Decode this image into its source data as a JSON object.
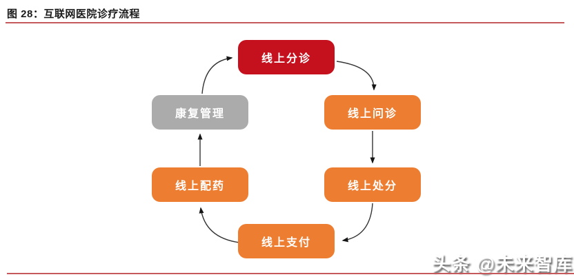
{
  "header": {
    "title": "图 28：互联网医院诊疗流程"
  },
  "diagram": {
    "nodes": [
      {
        "id": "triage",
        "label": "线上分诊",
        "color": "#c5101e"
      },
      {
        "id": "consult",
        "label": "线上问诊",
        "color": "#ed7d31"
      },
      {
        "id": "prescribe",
        "label": "线上处分",
        "color": "#ed7d31"
      },
      {
        "id": "pay",
        "label": "线上支付",
        "color": "#ed7d31"
      },
      {
        "id": "dispense",
        "label": "线上配药",
        "color": "#ed7d31"
      },
      {
        "id": "rehab",
        "label": "康复管理",
        "color": "#ababab"
      }
    ],
    "flow_order": [
      "线上分诊",
      "线上问诊",
      "线上处分",
      "线上支付",
      "线上配药",
      "康复管理"
    ]
  },
  "watermark": {
    "text": "头条 @未来智库"
  },
  "colors": {
    "accent_red": "#c5101e",
    "accent_orange": "#ed7d31",
    "accent_gray": "#ababab",
    "rule_red": "#c4585a",
    "arrow": "#333333",
    "title_text": "#1a1a1a"
  }
}
